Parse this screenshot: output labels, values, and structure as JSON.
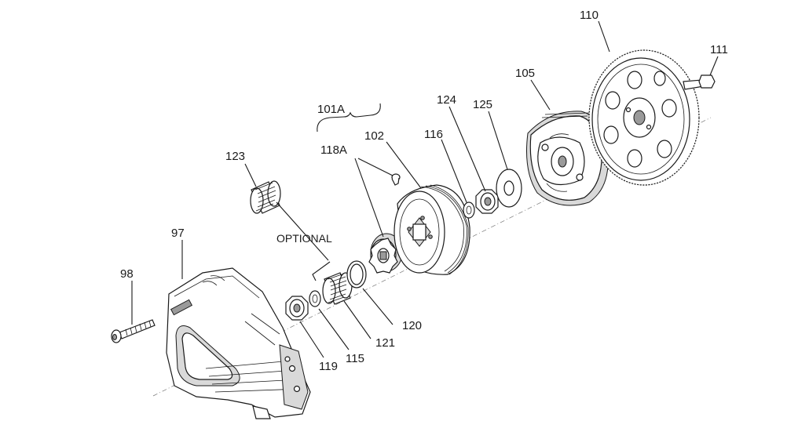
{
  "labels": {
    "p97": "97",
    "p98": "98",
    "p101a": "101A",
    "p102": "102",
    "p105": "105",
    "p110": "110",
    "p111": "111",
    "p115": "115",
    "p116": "116",
    "p118a": "118A",
    "p119": "119",
    "p120": "120",
    "p121": "121",
    "p123": "123",
    "p124": "124",
    "p125": "125",
    "optional": "OPTIONAL"
  }
}
